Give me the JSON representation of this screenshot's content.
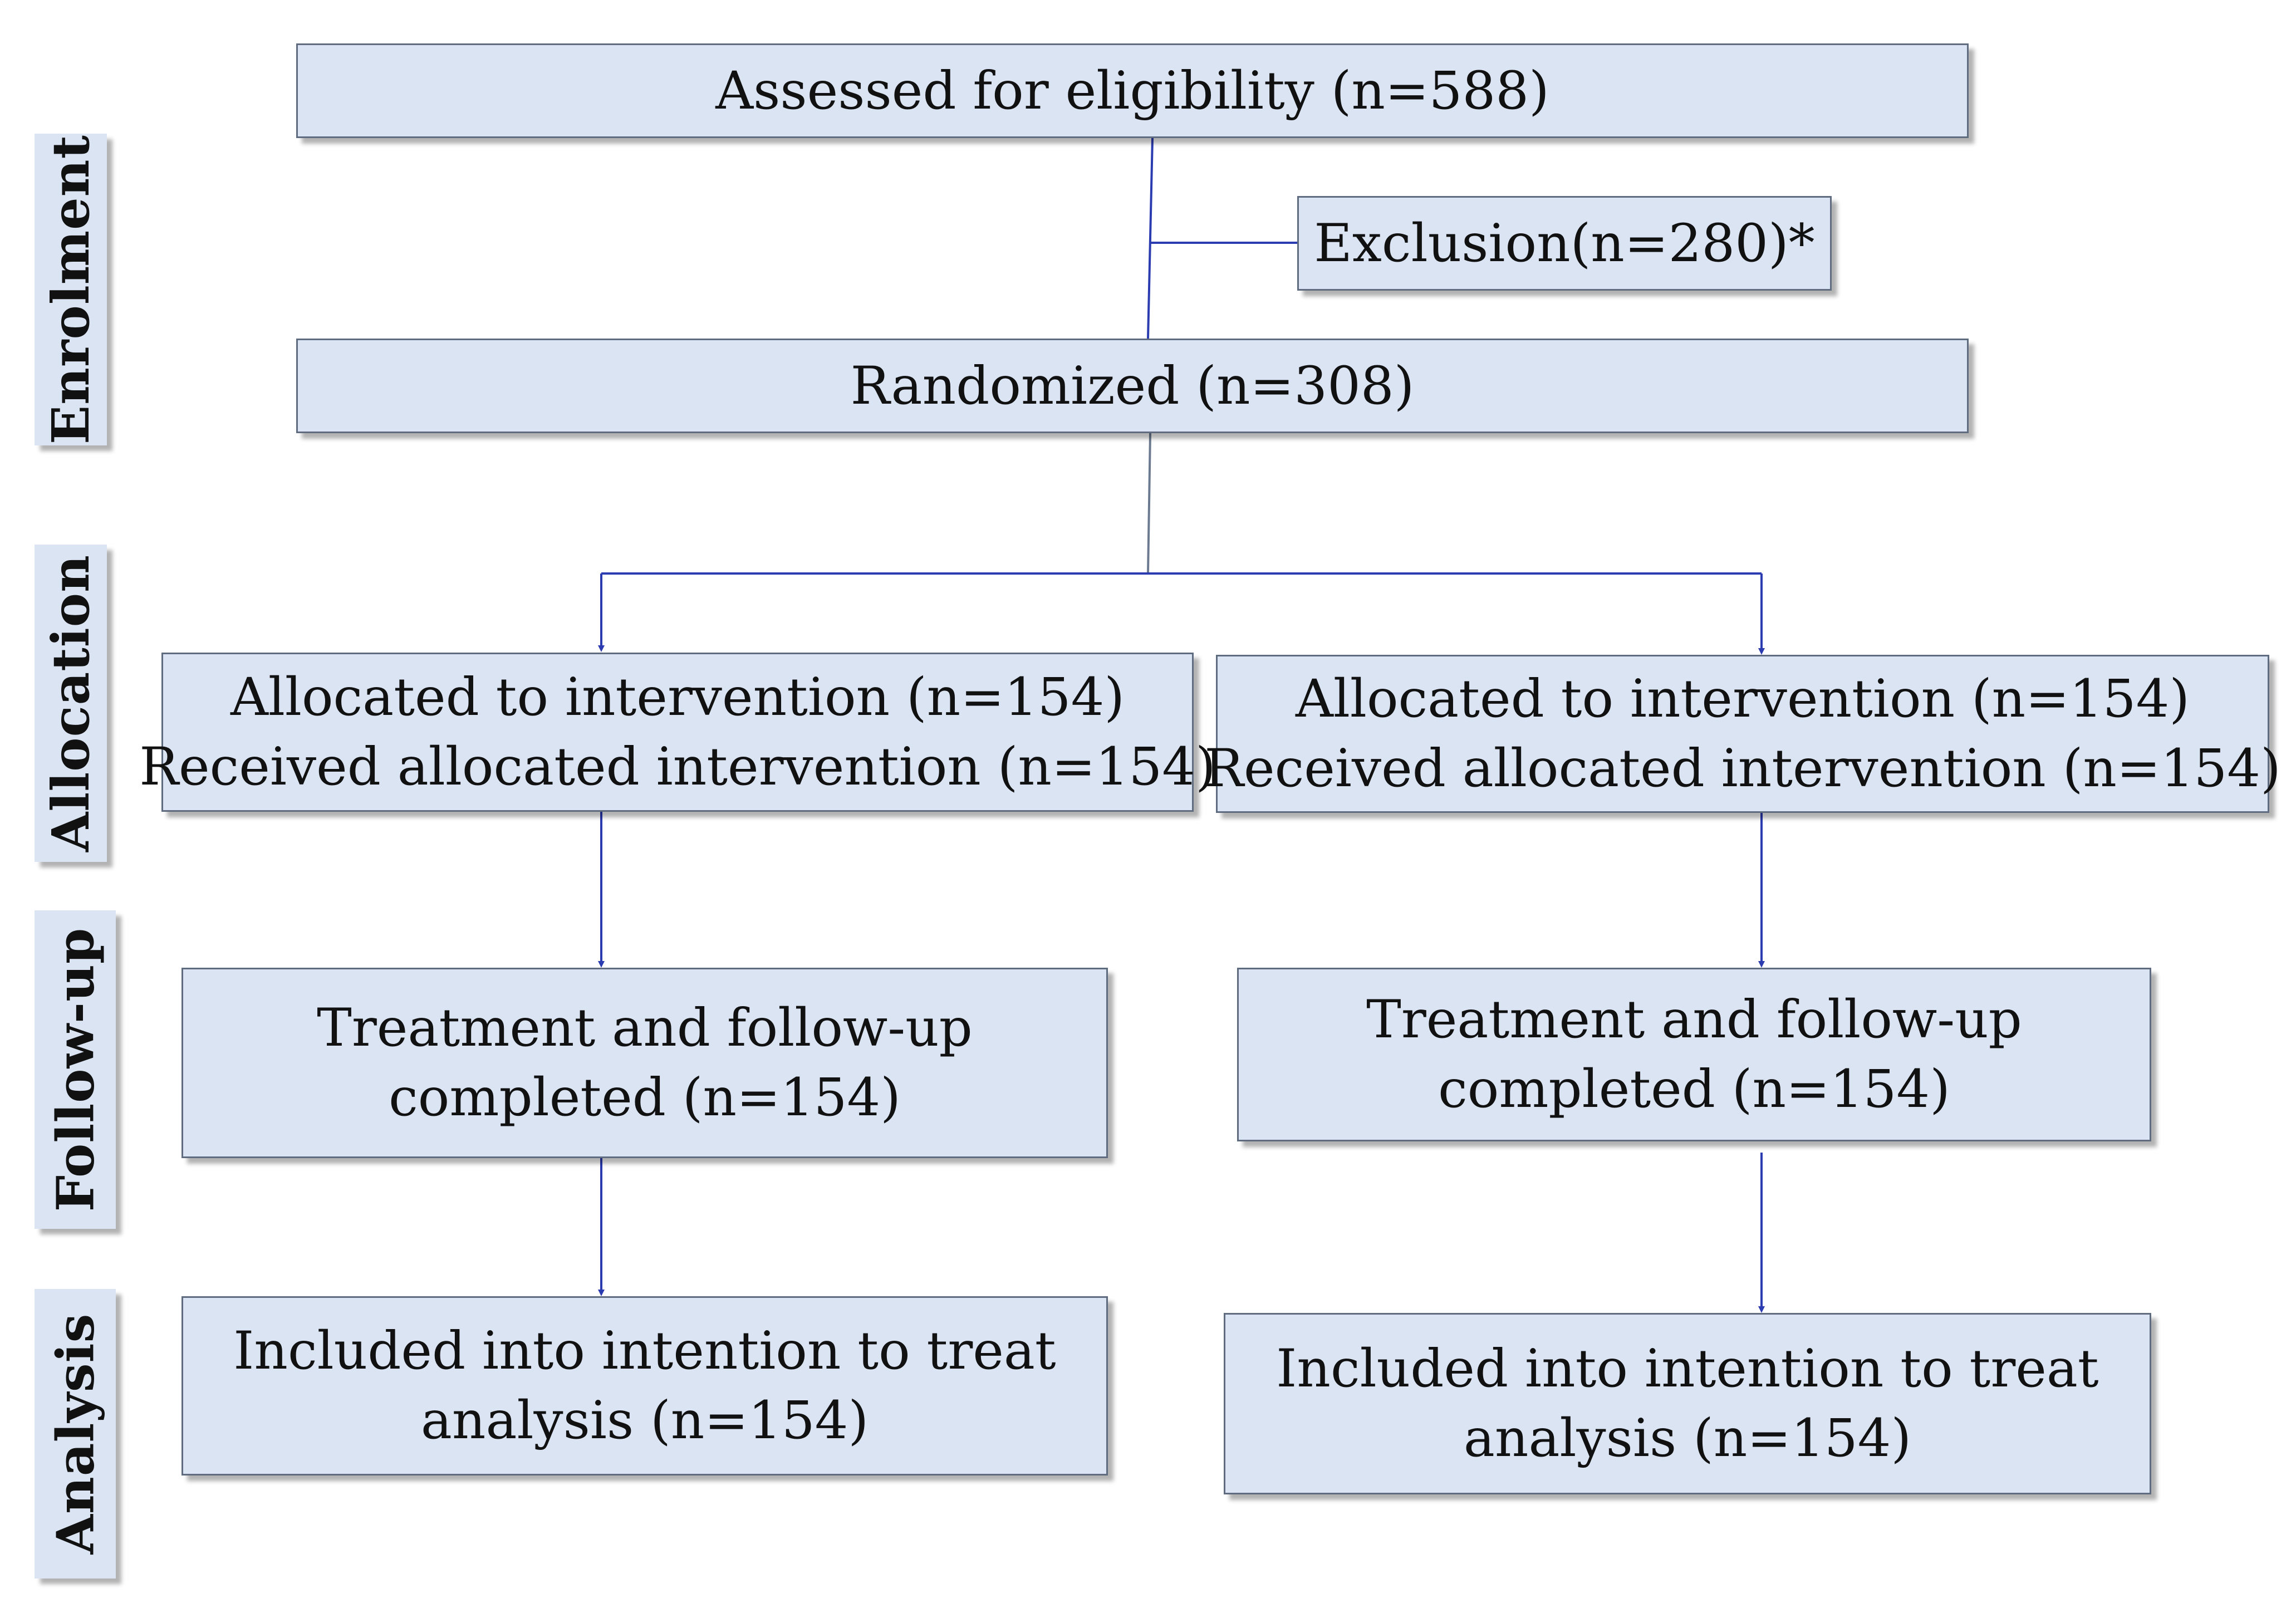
{
  "stages": {
    "enrolment": "Enrolment",
    "allocation": "Allocation",
    "follow_up": "Follow-up",
    "analysis": "Analysis"
  },
  "boxes": {
    "assessed": "Assessed for eligibility  (n=588)",
    "exclusion": "Exclusion(n=280)*",
    "randomized": "Randomized  (n=308)",
    "left_allocation": {
      "line1": "Allocated to intervention  (n=154)",
      "line2": "Received allocated intervention  (n=154)"
    },
    "right_allocation": {
      "line1": "Allocated to intervention  (n=154)",
      "line2": "Received allocated intervention  (n=154)"
    },
    "left_followup": {
      "line1": "Treatment and follow-up",
      "line2": "completed  (n=154)"
    },
    "right_followup": {
      "line1": "Treatment and follow-up",
      "line2": "completed  (n=154)"
    },
    "left_analysis": {
      "line1": "Included into intention to treat",
      "line2": "analysis  (n=154)"
    },
    "right_analysis": {
      "line1": "Included into intention to treat",
      "line2": "analysis  (n=154)"
    }
  },
  "colors": {
    "box_fill": "#dbe4f3",
    "box_border": "#5f6c80",
    "arrow": "#2b3bb0",
    "text": "#111111"
  }
}
